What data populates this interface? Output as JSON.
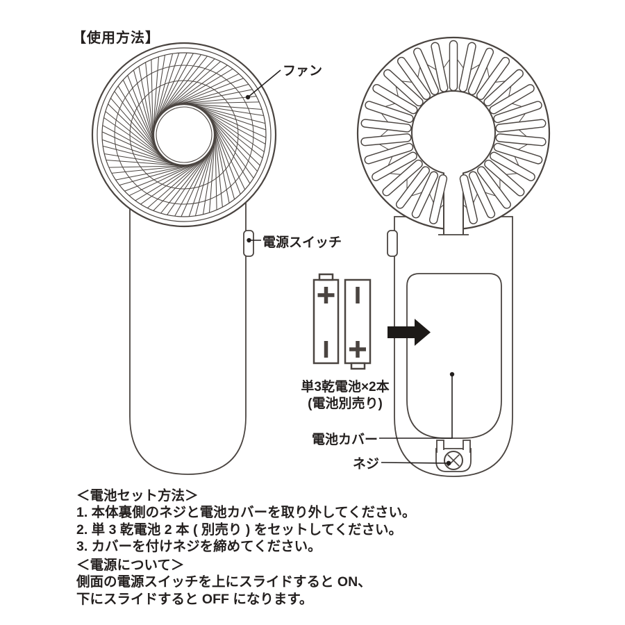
{
  "title": "【使用方法】",
  "colors": {
    "background": "#ffffff",
    "line_art": "#4a4440",
    "text": "#231f1e",
    "arrow": "#1d1a18"
  },
  "diagram": {
    "fan_front_view": {
      "label": "ファン"
    },
    "power_switch": {
      "label": "電源スイッチ"
    },
    "batteries": {
      "caption_line1": "単3乾電池×2本",
      "caption_line2": "(電池別売り)",
      "left_battery": {
        "top_polarity": "+",
        "bottom_polarity": "-"
      },
      "right_battery": {
        "top_polarity": "-",
        "bottom_polarity": "+"
      }
    },
    "battery_cover": {
      "label": "電池カバー"
    },
    "screw": {
      "label": "ネジ"
    },
    "insert_arrow": "right"
  },
  "sections": [
    {
      "heading": "＜電池セット方法＞",
      "lines": [
        "1. 本体裏側のネジと電池カバーを取り外してください。",
        "2. 単 3 乾電池 2 本 ( 別売り ) をセットしてください。",
        "3. カバーを付けネジを締めてください。"
      ]
    },
    {
      "heading": "＜電源について＞",
      "lines": [
        "側面の電源スイッチを上にスライドすると ON、",
        "下にスライドすると OFF になります。"
      ]
    }
  ]
}
